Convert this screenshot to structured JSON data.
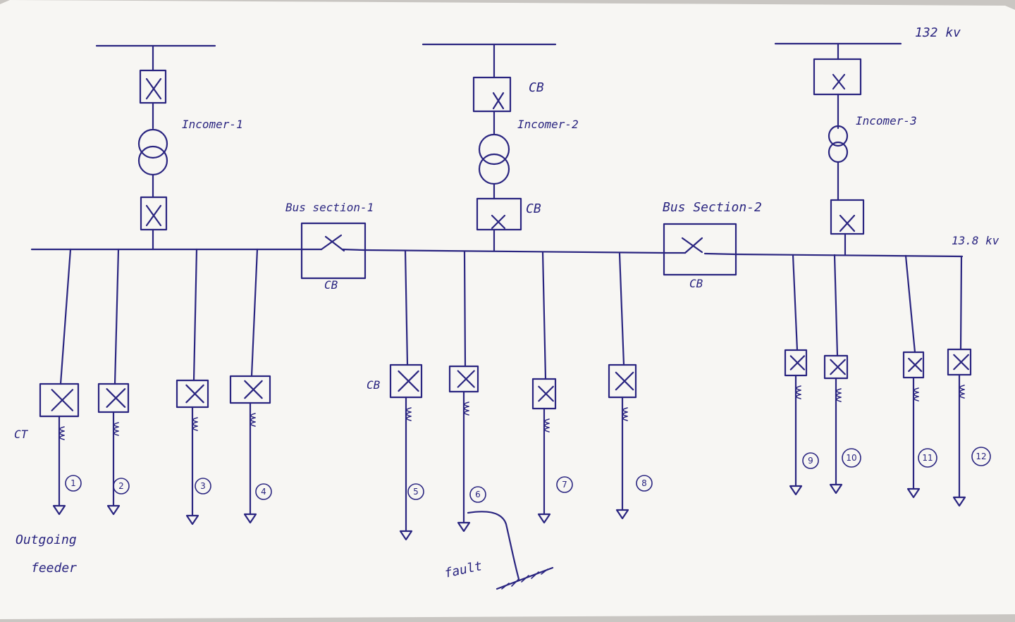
{
  "voltages": {
    "hv": "132 kv",
    "lv": "13.8 kv"
  },
  "incomers": [
    {
      "label": "Incomer-1"
    },
    {
      "label": "Incomer-2",
      "cb_label": "CB"
    },
    {
      "label": "Incomer-3"
    }
  ],
  "bus_sections": [
    {
      "label": "Bus section-1",
      "cb_label": "CB"
    },
    {
      "label": "Bus Section-2",
      "cb_label": "CB"
    }
  ],
  "feeders": [
    {
      "number": "1",
      "ct_label": "CT"
    },
    {
      "number": "2"
    },
    {
      "number": "3"
    },
    {
      "number": "4"
    },
    {
      "number": "5",
      "cb_label": "CB"
    },
    {
      "number": "6"
    },
    {
      "number": "7"
    },
    {
      "number": "8"
    },
    {
      "number": "9"
    },
    {
      "number": "10"
    },
    {
      "number": "11"
    },
    {
      "number": "12"
    }
  ],
  "annotations": {
    "outgoing_feeder": [
      "Outgoing",
      "feeder"
    ],
    "fault": "fault"
  },
  "colors": {
    "ink": "#2a2580",
    "paper": "#f7f6f3",
    "background": "#c9c6c2"
  }
}
